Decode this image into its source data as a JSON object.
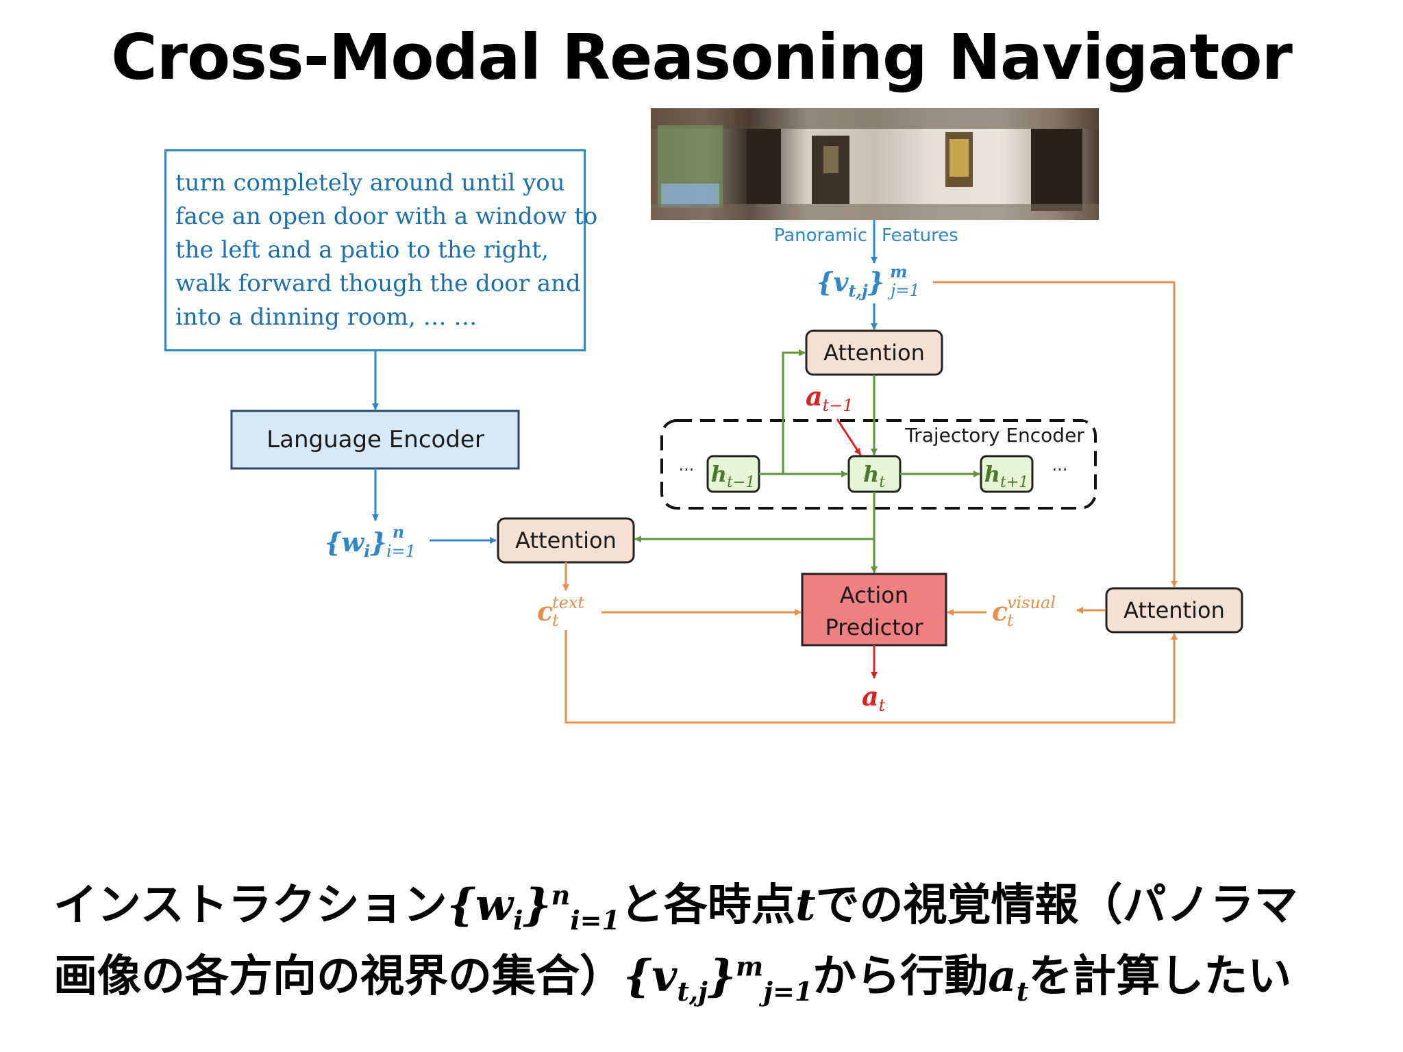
{
  "title": "Cross-Modal Reasoning Navigator",
  "instruction_lines": [
    "turn completely around until you",
    "face an open door with a window to",
    "the left and a patio to the right,",
    "walk forward though the door and",
    "into a dinning room, … …"
  ],
  "labels": {
    "panoramic": "Panoramic",
    "features": "Features",
    "language_encoder": "Language Encoder",
    "attention": "Attention",
    "trajectory_encoder": "Trajectory Encoder",
    "action_predictor_line1": "Action",
    "action_predictor_line2": "Predictor",
    "ellipsis": "···"
  },
  "math": {
    "v_set": "{v",
    "v_sub": "t,j",
    "v_close": "}",
    "v_sup": "m",
    "v_lim": "j=1",
    "w_set": "{w",
    "w_sub": "i",
    "w_close": "}",
    "w_sup": "n",
    "w_lim": "i=1",
    "a_prev": "a",
    "a_prev_sub": "t−1",
    "h_prev": "h",
    "h_prev_sub": "t−1",
    "h_cur": "h",
    "h_cur_sub": "t",
    "h_next": "h",
    "h_next_sub": "t+1",
    "c_text": "c",
    "c_text_sub": "t",
    "c_text_sup": "text",
    "c_visual": "c",
    "c_visual_sub": "t",
    "c_visual_sup": "visual",
    "a_out": "a",
    "a_out_sub": "t"
  },
  "caption": {
    "l1_a": "インストラクション",
    "l1_w": "{w",
    "l1_w_sub": "i",
    "l1_w_close": "}",
    "l1_w_sup": "n",
    "l1_w_lim": "i=1",
    "l1_b": "と各時点",
    "l1_t": "t",
    "l1_c": "での視覚情報（パノラマ",
    "l2_a": "画像の各方向の視界の集合）",
    "l2_v": "{v",
    "l2_v_sub": "t,j",
    "l2_v_close": "}",
    "l2_v_sup": "m",
    "l2_v_lim": "j=1",
    "l2_b": "から行動",
    "l2_at": "a",
    "l2_at_sub": "t",
    "l2_c": "を計算したい"
  },
  "colors": {
    "blue": "#2f86c9",
    "green": "#5f963a",
    "orange": "#e8904a",
    "red": "#e02020",
    "attention_fill": "#f6e0d2",
    "lang_enc_fill": "#d6e9f8",
    "action_fill": "#f08080",
    "h_fill": "#e6f5d6"
  }
}
